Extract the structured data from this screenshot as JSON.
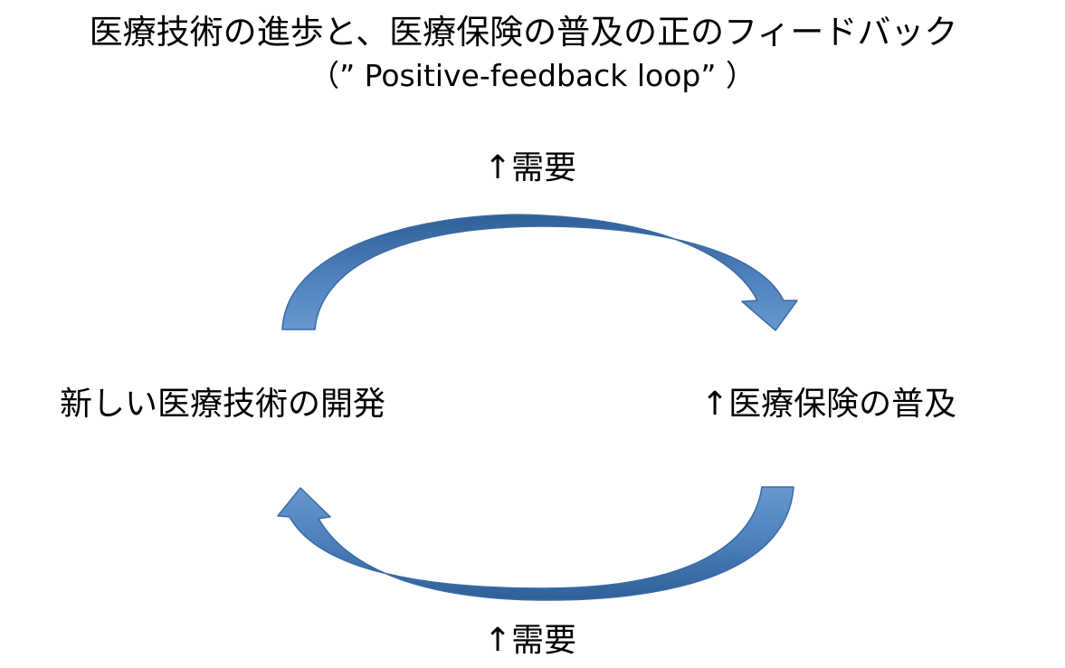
{
  "title": {
    "line1": "医療技術の進歩と、医療保険の普及の正のフィードバック",
    "line2": "（” Positive-feedback loop” ）"
  },
  "nodes": {
    "left": "新しい医療技術の開発",
    "right": "↑医療保険の普及"
  },
  "edges": {
    "top_label": "↑需要",
    "bottom_label": "↑需要"
  },
  "colors": {
    "arrow_fill": "#4f81bd",
    "arrow_edge": "#2c5a8f",
    "text": "#000000"
  }
}
